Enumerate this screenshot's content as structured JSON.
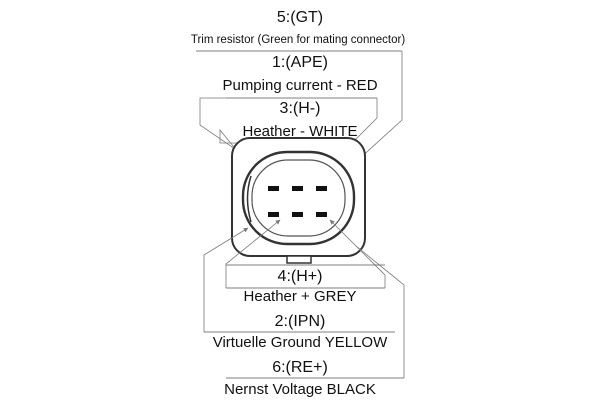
{
  "pins": [
    {
      "id": "5",
      "label": "5:(GT)",
      "desc": "Trim resistor (Green for mating connector)"
    },
    {
      "id": "1",
      "label": "1:(APE)",
      "desc": "Pumping current - RED"
    },
    {
      "id": "3",
      "label": "3:(H-)",
      "desc": "Heather - WHITE"
    },
    {
      "id": "4",
      "label": "4:(H+)",
      "desc": "Heather + GREY"
    },
    {
      "id": "2",
      "label": "2:(IPN)",
      "desc": "Virtuelle Ground YELLOW"
    },
    {
      "id": "6",
      "label": "6:(RE+)",
      "desc": "Nernst Voltage BLACK"
    }
  ],
  "colors": {
    "ink": "#111111",
    "lead": "#7a7a7a",
    "connector": "#333333"
  }
}
